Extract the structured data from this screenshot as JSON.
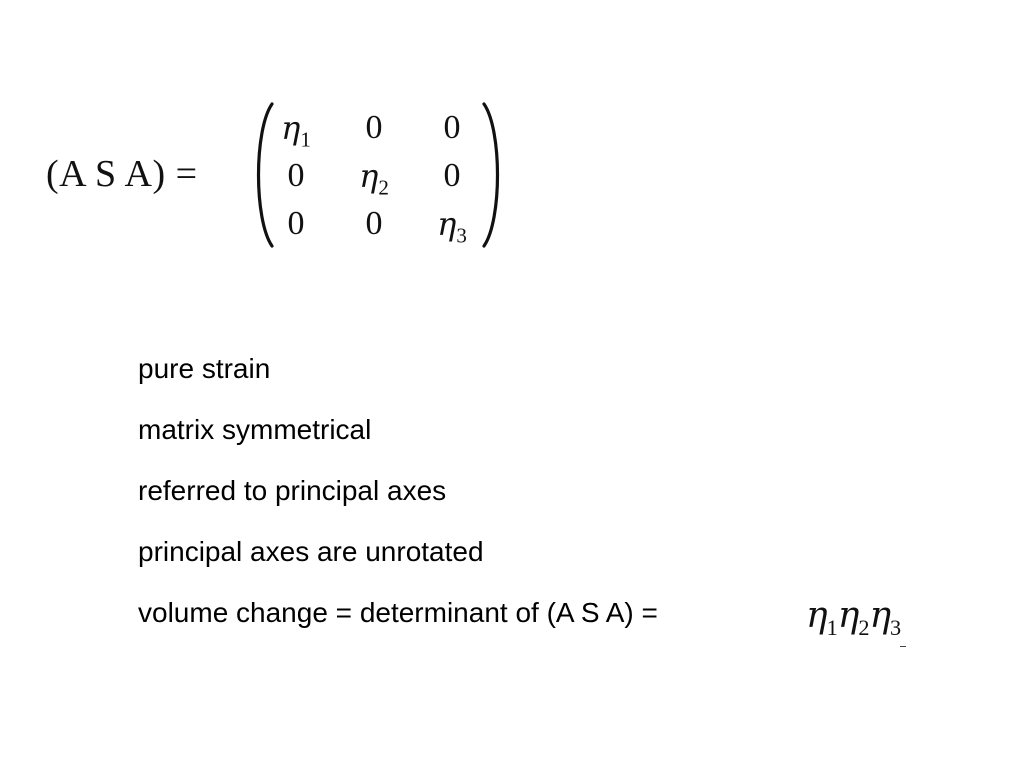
{
  "equation": {
    "lhs": "(A S A) =",
    "matrix": [
      [
        {
          "symbol": "η",
          "sub": "1"
        },
        {
          "text": "0"
        },
        {
          "text": "0"
        }
      ],
      [
        {
          "text": "0"
        },
        {
          "symbol": "η",
          "sub": "2"
        },
        {
          "text": "0"
        }
      ],
      [
        {
          "text": "0"
        },
        {
          "text": "0"
        },
        {
          "symbol": "η",
          "sub": "3"
        }
      ]
    ]
  },
  "notes": [
    "pure strain",
    "matrix symmetrical",
    "referred to principal axes",
    "principal axes are unrotated",
    "volume change = determinant of (A S A) ="
  ],
  "product": {
    "symbol": "η",
    "subs": [
      "1",
      "2",
      "3"
    ]
  }
}
